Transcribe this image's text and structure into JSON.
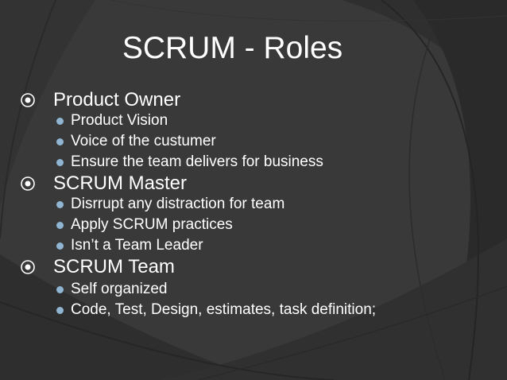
{
  "slide": {
    "title": "SCRUM - Roles",
    "sections": [
      {
        "heading": "Product Owner",
        "bullet_icon": "target-circle-icon",
        "items": [
          "Product Vision",
          "Voice of the custumer",
          "Ensure the team delivers for business"
        ]
      },
      {
        "heading": "SCRUM Master",
        "bullet_icon": "target-circle-icon",
        "items": [
          "Disrrupt any distraction for team",
          "Apply SCRUM practices",
          "Isn’t a Team Leader"
        ]
      },
      {
        "heading": "SCRUM Team",
        "bullet_icon": "target-circle-icon",
        "items": [
          "Self organized",
          "Code, Test, Design, estimates, task definition;"
        ]
      }
    ]
  },
  "colors": {
    "background": "#393939",
    "arc_dark": "#2b2b2b",
    "arc_stroke": "#222222",
    "text": "#ffffff",
    "sub_bullet": "#8fb5d2"
  }
}
